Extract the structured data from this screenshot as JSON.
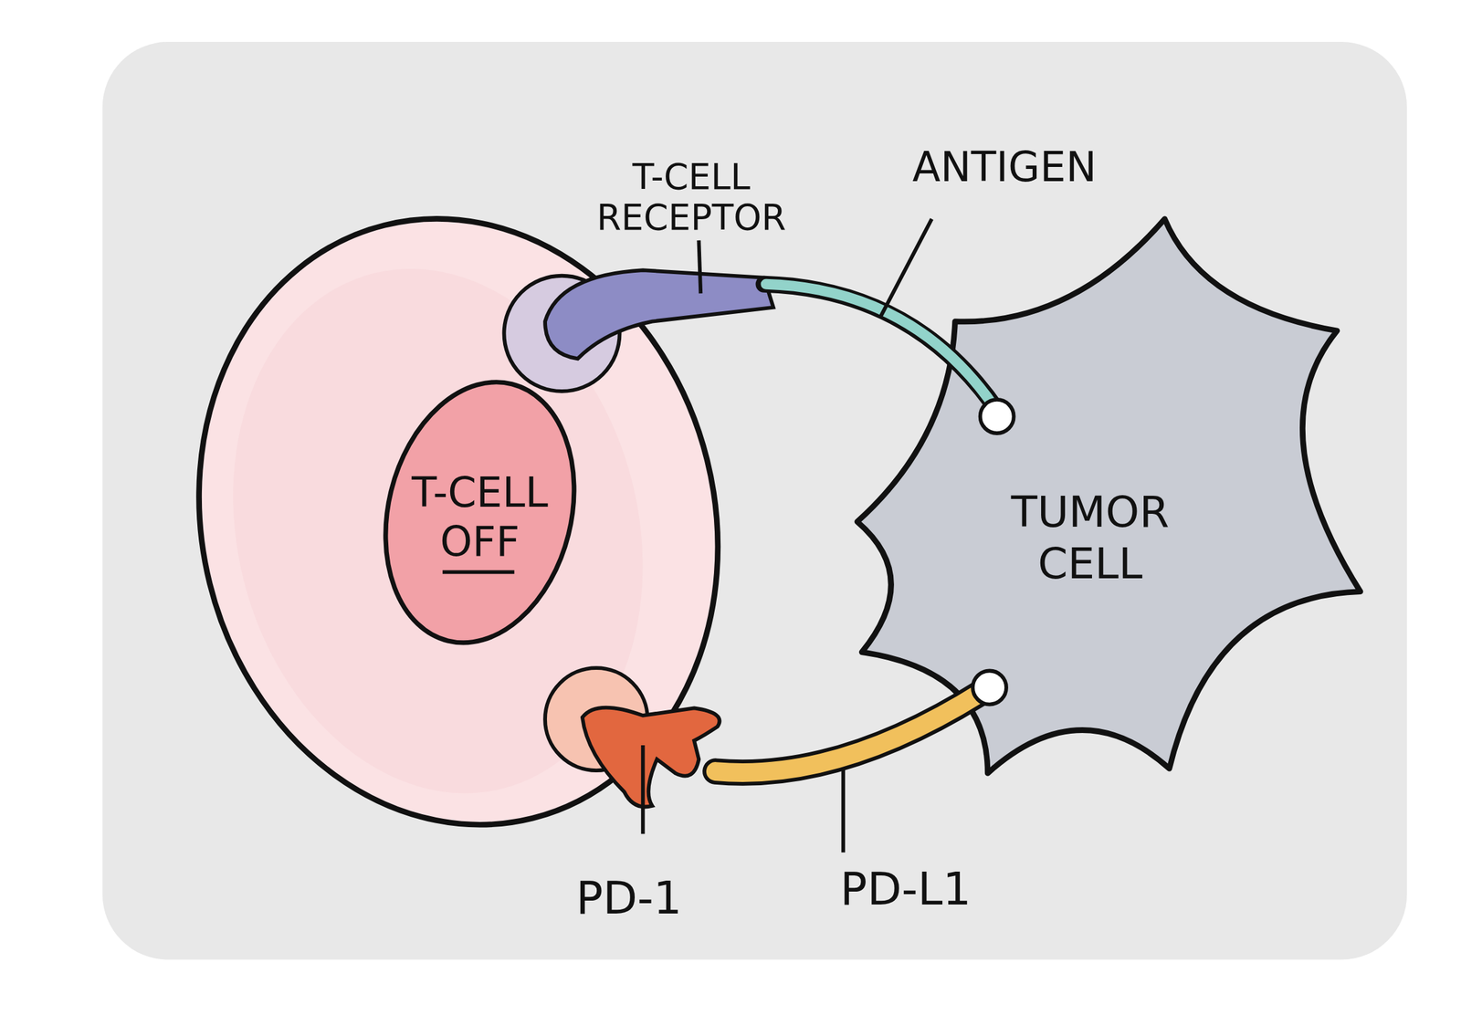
{
  "diagram": {
    "nodes": [
      {
        "text": [
          "T-CELL OFF"
        ]
      },
      {
        "text": [
          "TUMOR CELL"
        ]
      }
    ],
    "labels": [
      "T-CELL RECEPTOR",
      "ANTIGEN",
      "PD-1",
      "PD-L1"
    ]
  }
}
